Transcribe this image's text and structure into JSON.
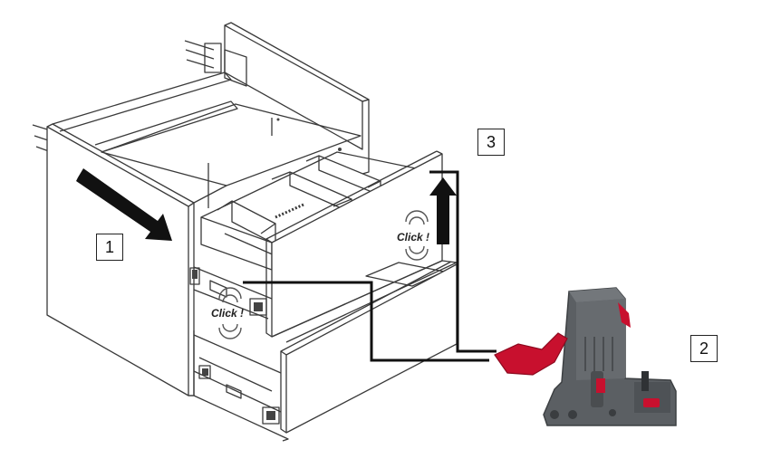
{
  "steps": [
    {
      "label": "1"
    },
    {
      "label": "2"
    },
    {
      "label": "3"
    }
  ],
  "callouts": {
    "click_top": "Click !",
    "click_bottom": "Click !"
  },
  "colors": {
    "line": "#222222",
    "arrow": "#111111",
    "clip_body": "#5b5f63",
    "clip_lever": "#c8102e"
  },
  "icons": [
    "arrow-right-icon",
    "arrow-up-icon",
    "click-sound-icon",
    "drawer-clip-icon"
  ]
}
